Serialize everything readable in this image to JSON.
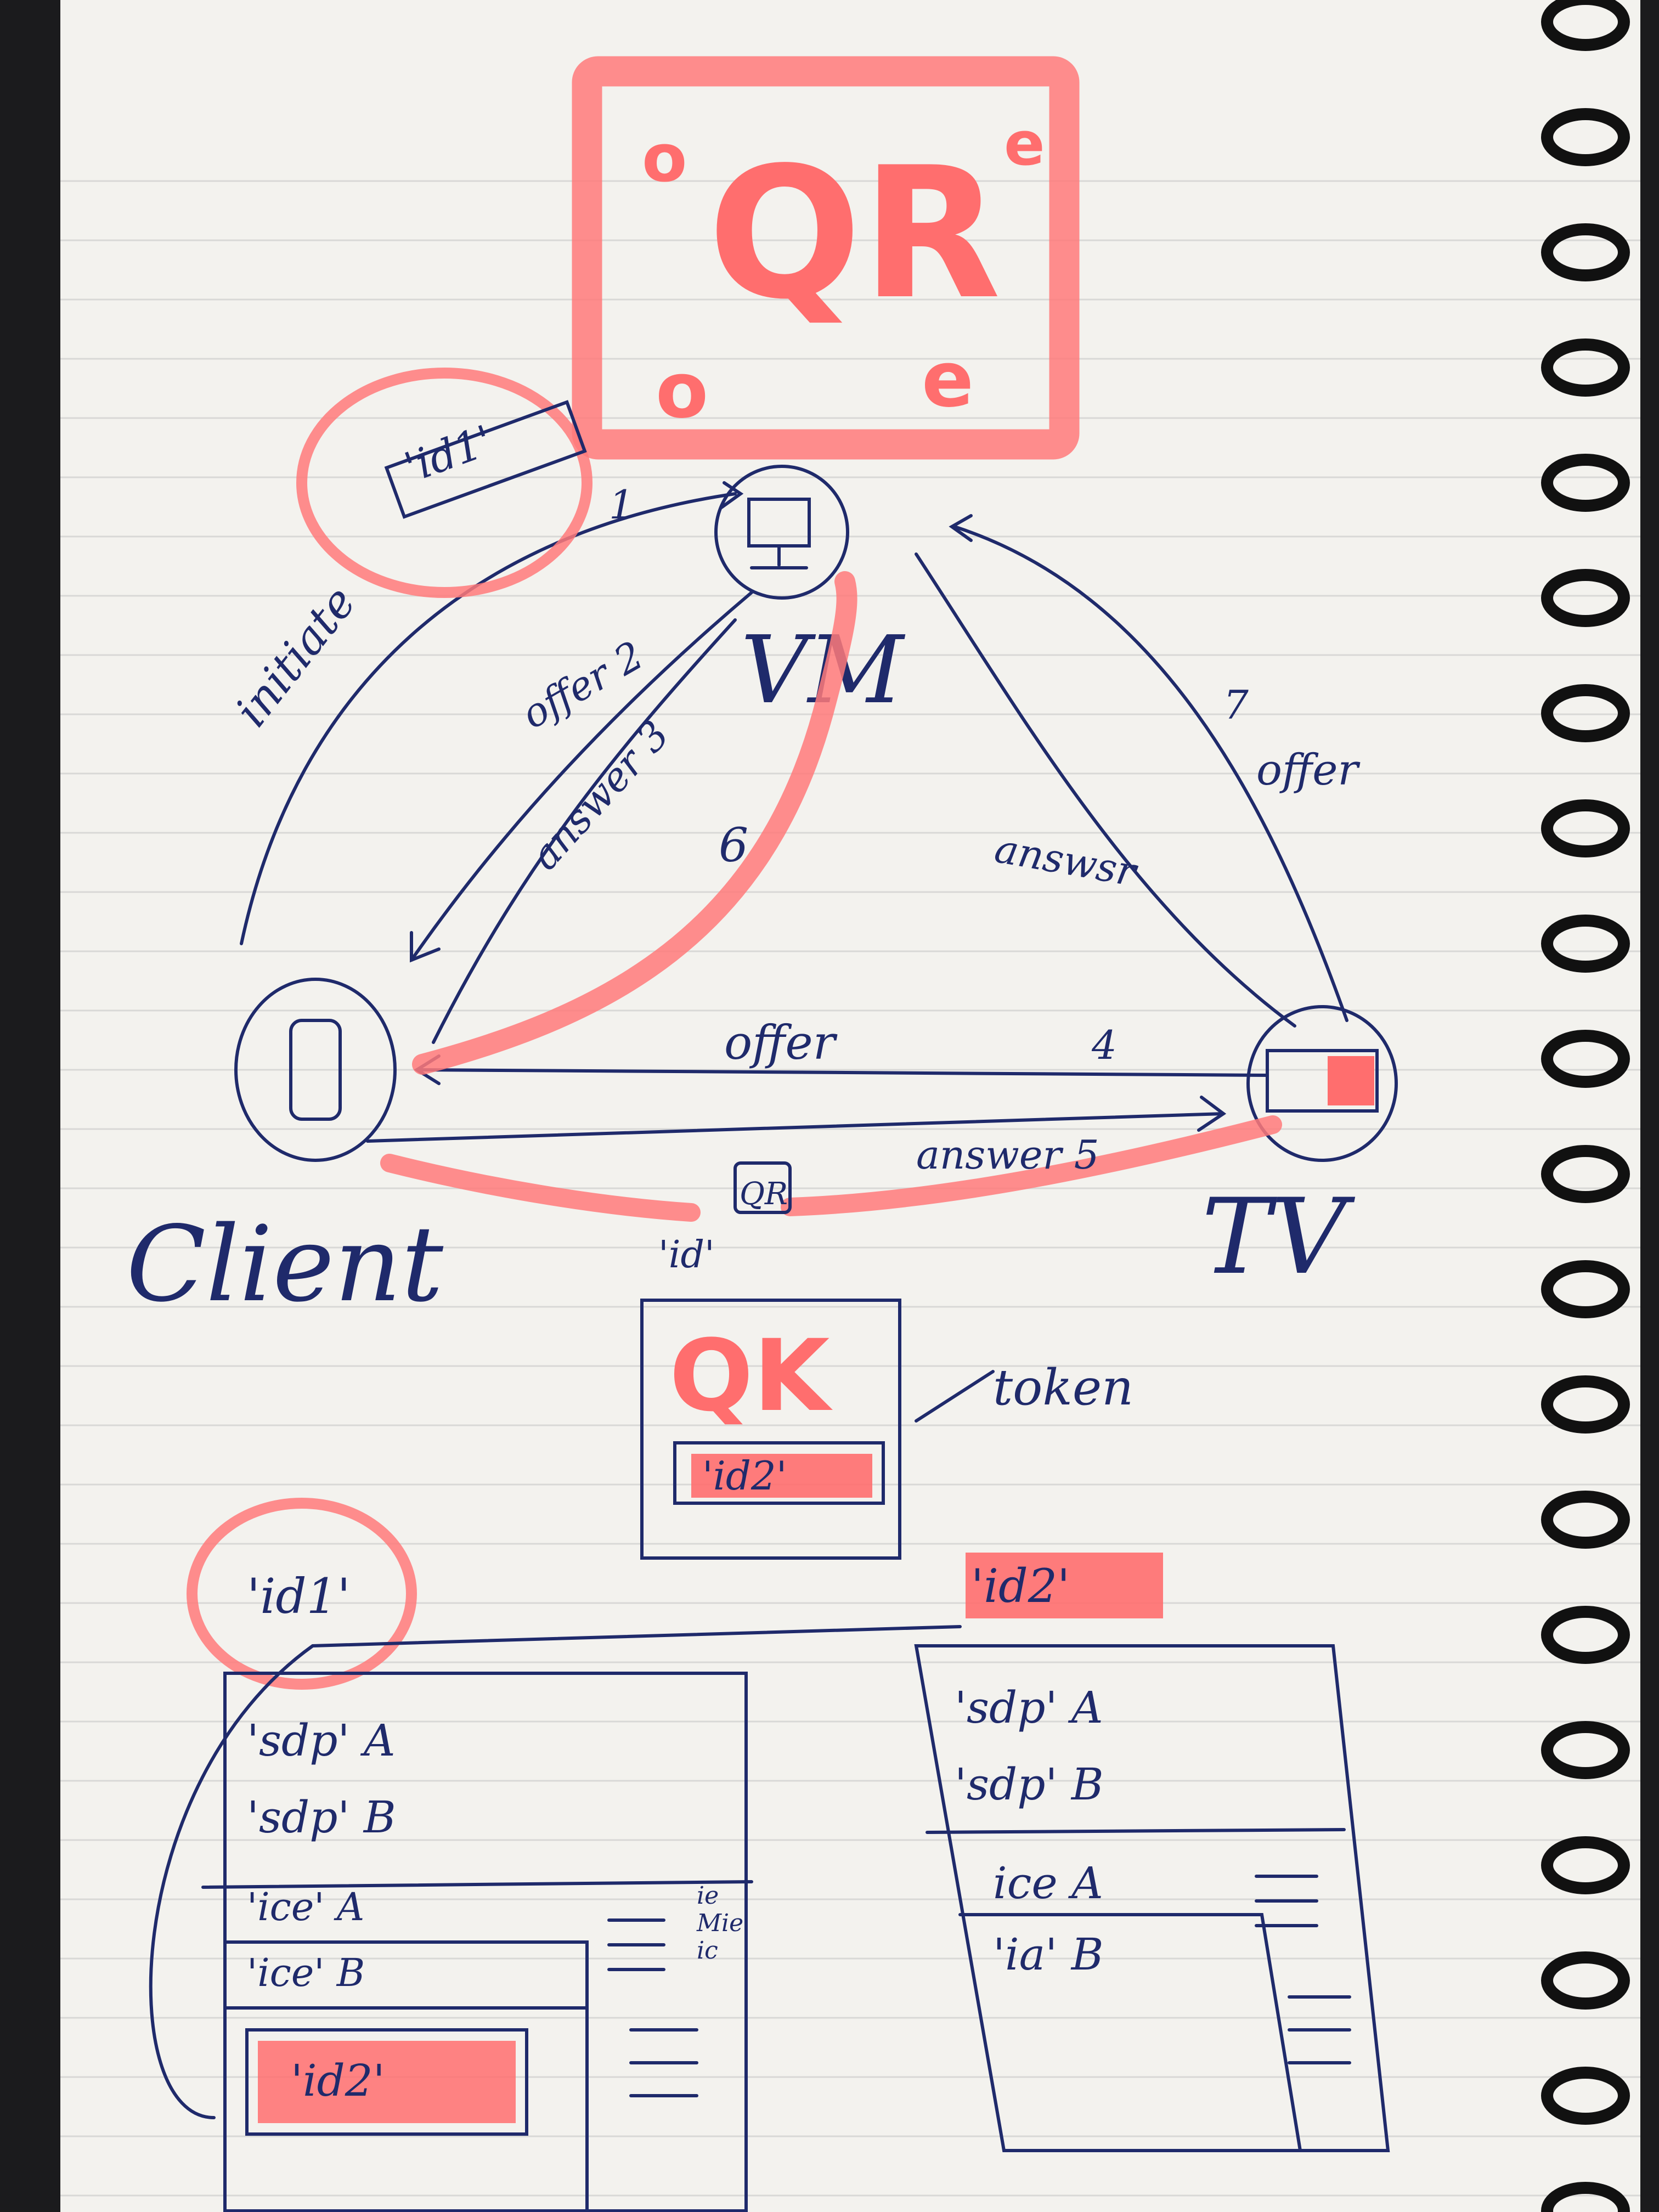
{
  "nodes": {
    "vm": {
      "label": "VM"
    },
    "client": {
      "label": "Client"
    },
    "tv": {
      "label": "TV"
    }
  },
  "qr_panel": {
    "label": "QR",
    "corner_marks": [
      "o",
      "o",
      "e",
      "e"
    ]
  },
  "edges": {
    "initiate": {
      "label": "initiate",
      "step": "1"
    },
    "id1_tag": {
      "label": "'id1'"
    },
    "offer_client_vm": {
      "label": "offer 2"
    },
    "answer_vm_client": {
      "label": "answer 3"
    },
    "step6": {
      "label": "6"
    },
    "offer_client_tv": {
      "label": "offer",
      "step": "4"
    },
    "answer_tv_client": {
      "label": "answer 5"
    },
    "offer_tv_vm": {
      "label": "offer",
      "step": "7"
    },
    "answer_vm_tv": {
      "label": "answsr"
    },
    "qr_small": {
      "label": "QR"
    },
    "qr_small_id": {
      "label": "'id'"
    }
  },
  "token_card": {
    "qr": "QK",
    "id": "'id2'",
    "annotation": "token"
  },
  "db_left": {
    "key": "'id1'",
    "rows": [
      "'sdp' A",
      "'sdp' B",
      "'ice' A",
      "'ice' B",
      "'id2'"
    ],
    "side_note": [
      "ie",
      "Mie",
      "ic"
    ]
  },
  "db_right": {
    "key": "'id2'",
    "rows": [
      "'sdp' A",
      "'sdp' B",
      "ice A",
      "'ia' B"
    ]
  },
  "colors": {
    "ink": "#1f2a6b",
    "highlight": "#ff6e6e",
    "paper": "#f3f2ee"
  }
}
